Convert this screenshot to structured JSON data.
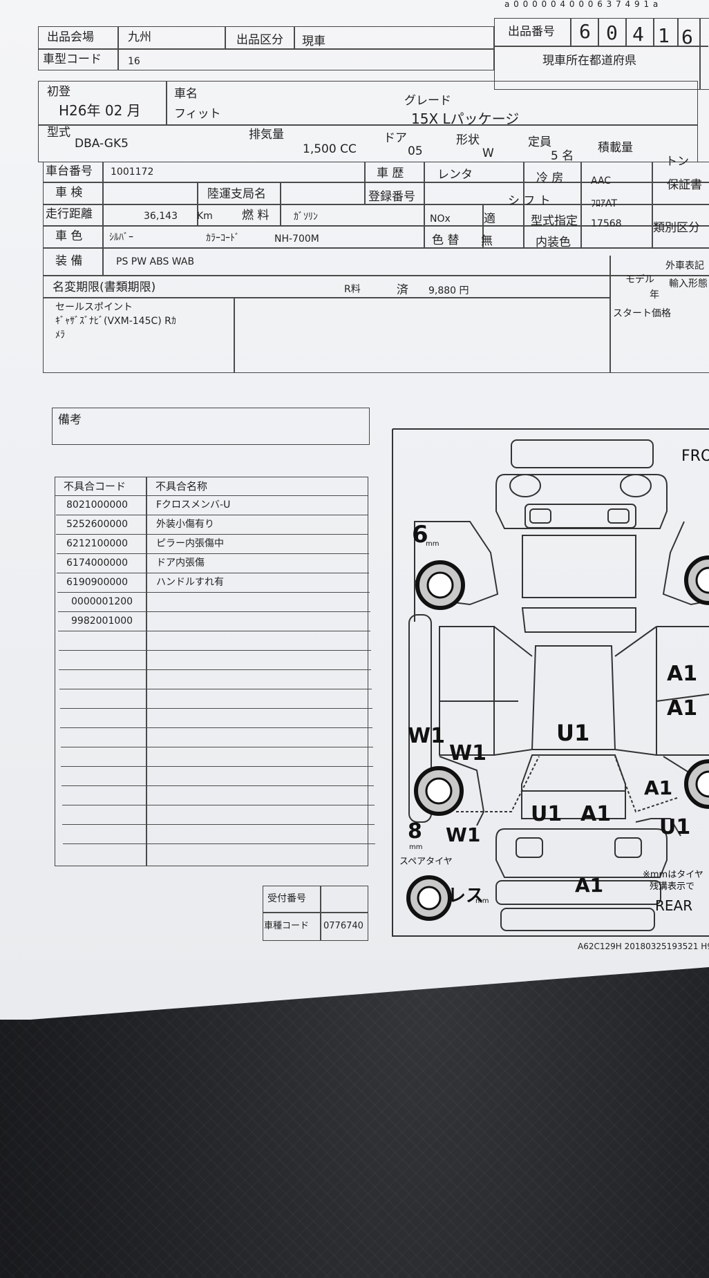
{
  "barcode_number": "a 0 0 0 0 0 4 0 0 0 6 3 7 4 9 1 a",
  "header": {
    "venue_label": "出品会場",
    "venue_value": "九州",
    "category_label": "出品区分",
    "category_value": "現車",
    "lot_label": "出品番号",
    "lot_digits": [
      "6",
      "0",
      "4",
      "1",
      "6"
    ],
    "model_code_label": "車型コード",
    "model_code_value": "16",
    "location_label": "現車所在都道府県"
  },
  "vehicle": {
    "first_reg_label": "初登",
    "first_reg_value": "H26年 02 月",
    "name_label": "車名",
    "name_value": "フィット",
    "grade_label": "グレード",
    "grade_value": "15X Lパッケージ",
    "type_label": "型式",
    "type_value": "DBA-GK5",
    "displacement_label": "排気量",
    "displacement_value": "1,500 CC",
    "door_label": "ドア",
    "door_value": "05",
    "shape_label": "形状",
    "shape_value": "W",
    "capacity_label": "定員",
    "capacity_value": "5 名",
    "load_label": "積載量",
    "load_unit": "トン"
  },
  "details": {
    "chassis_label": "車台番号",
    "chassis_value": "1001172",
    "history_label": "車 歴",
    "history_value": "レンタ",
    "ac_label": "冷 房",
    "ac_value": "AAC",
    "warranty_label": "保証書",
    "inspection_label": "車 検",
    "bureau_label": "陸運支局名",
    "reg_no_label": "登録番号",
    "shift_label": "シ フ ト",
    "shift_value": "ﾌﾛｱAT",
    "mileage_label": "走行距離",
    "mileage_value": "36,143",
    "mileage_unit": "Km",
    "fuel_label": "燃 料",
    "fuel_value": "ｶﾞｿﾘﾝ",
    "nox_label": "NOx",
    "nox_value": "適",
    "type_designation_label": "型式指定",
    "type_designation_value": "17568",
    "class_label": "類別区分",
    "color_label": "車 色",
    "color_value": "ｼﾙﾊﾞｰ",
    "color_code_label": "ｶﾗｰｺｰﾄﾞ",
    "color_code_value": "NH-700M",
    "repaint_label": "色 替",
    "repaint_value": "無",
    "interior_label": "内装色",
    "equipment_label": "装 備",
    "equipment_value": "PS PW ABS WAB",
    "exterior_label": "外車表記",
    "model_year_label_1": "モデル",
    "model_year_label_2": "年",
    "import_label": "輸入形態",
    "deadline_label": "名変期限(書類期限)",
    "recycle_label": "R料",
    "recycle_status": "済",
    "recycle_value": "9,880 円",
    "start_price_label": "スタート価格",
    "sales_point_label": "セールスポイント",
    "sales_point_line1": "ｷﾞｬｻﾞｽﾞﾅﾋﾞ(VXM-145C) Rｶ",
    "sales_point_line2": "ﾒﾗ"
  },
  "notes_label": "備考",
  "defects": {
    "col_code": "不具合コード",
    "col_name": "不具合名称",
    "rows": [
      {
        "code": "8021000000",
        "name": "Fクロスメンバ-U"
      },
      {
        "code": "5252600000",
        "name": "外装小傷有り"
      },
      {
        "code": "6212100000",
        "name": "ピラー内張傷中"
      },
      {
        "code": "6174000000",
        "name": "ドア内張傷"
      },
      {
        "code": "6190900000",
        "name": "ハンドルすれ有"
      },
      {
        "code": "0000001200",
        "name": ""
      },
      {
        "code": "9982001000",
        "name": ""
      }
    ]
  },
  "reception": {
    "number_label": "受付番号",
    "code_label": "車種コード",
    "code_value": "0776740"
  },
  "diagram": {
    "front_label": "FRO",
    "rear_label": "REAR",
    "spare_label": "スペアタイヤ",
    "spare_value": "レス",
    "tread_front": "6",
    "tread_rear": "8",
    "mm_unit": "mm",
    "note_line1": "※mmはタイヤ",
    "note_line2": "残溝表示で",
    "marks": {
      "u1_center": "U1",
      "u1_rear": "U1",
      "u1_right": "U1",
      "a1_door1": "A1",
      "a1_door2": "A1",
      "a1_rear": "A1",
      "a1_bumper": "A1",
      "a1_right_wheel": "A1",
      "w1_left": "W1",
      "w1_door": "W1",
      "w1_rear": "W1"
    }
  },
  "footer_code": "A62C129H 20180325193521 H9"
}
